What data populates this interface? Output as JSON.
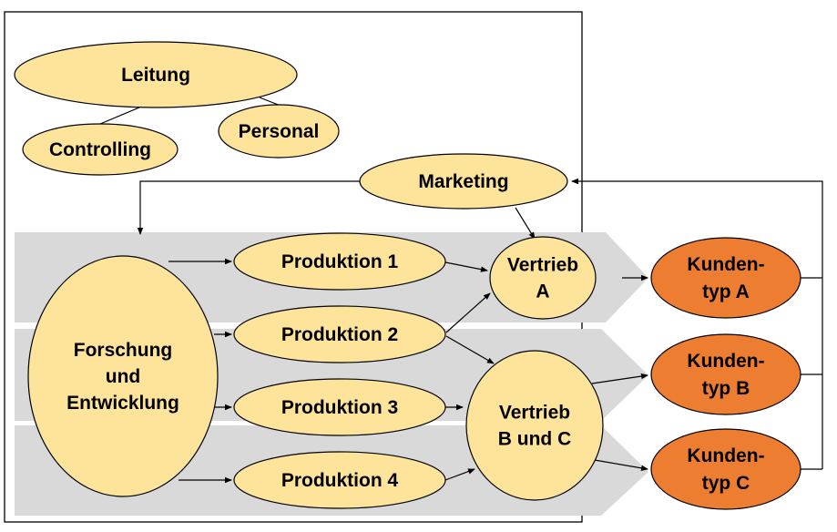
{
  "colors": {
    "node_fill": "#FDE49A",
    "customer_fill": "#ED7D31",
    "band_fill": "#D9D9D9",
    "stroke": "#000000"
  },
  "nodes": {
    "leitung": {
      "lines": [
        "Leitung"
      ]
    },
    "controlling": {
      "lines": [
        "Controlling"
      ]
    },
    "personal": {
      "lines": [
        "Personal"
      ]
    },
    "marketing": {
      "lines": [
        "Marketing"
      ]
    },
    "fue": {
      "lines": [
        "Forschung",
        "und",
        "Entwicklung"
      ]
    },
    "produktion1": {
      "lines": [
        "Produktion 1"
      ]
    },
    "produktion2": {
      "lines": [
        "Produktion 2"
      ]
    },
    "produktion3": {
      "lines": [
        "Produktion 3"
      ]
    },
    "produktion4": {
      "lines": [
        "Produktion 4"
      ]
    },
    "vertrieb_a": {
      "lines": [
        "Vertrieb",
        "A"
      ]
    },
    "vertrieb_bc": {
      "lines": [
        "Vertrieb",
        "B und C"
      ]
    },
    "kundentyp_a": {
      "lines": [
        "Kunden-",
        "typ A"
      ]
    },
    "kundentyp_b": {
      "lines": [
        "Kunden-",
        "typ B"
      ]
    },
    "kundentyp_c": {
      "lines": [
        "Kunden-",
        "typ C"
      ]
    }
  },
  "edges": [
    {
      "from": "leitung",
      "to": "controlling",
      "type": "line"
    },
    {
      "from": "leitung",
      "to": "personal",
      "type": "line"
    },
    {
      "from": "marketing",
      "to": "fue",
      "type": "arrow"
    },
    {
      "from": "marketing",
      "to": "vertrieb_a",
      "type": "arrow"
    },
    {
      "from": "fue",
      "to": "produktion1",
      "type": "arrow"
    },
    {
      "from": "fue",
      "to": "produktion2",
      "type": "arrow"
    },
    {
      "from": "fue",
      "to": "produktion3",
      "type": "arrow"
    },
    {
      "from": "fue",
      "to": "produktion4",
      "type": "arrow"
    },
    {
      "from": "produktion1",
      "to": "vertrieb_a",
      "type": "arrow"
    },
    {
      "from": "produktion2",
      "to": "vertrieb_a",
      "type": "arrow"
    },
    {
      "from": "produktion2",
      "to": "vertrieb_bc",
      "type": "arrow"
    },
    {
      "from": "produktion3",
      "to": "vertrieb_bc",
      "type": "arrow"
    },
    {
      "from": "produktion4",
      "to": "vertrieb_bc",
      "type": "arrow"
    },
    {
      "from": "vertrieb_a",
      "to": "kundentyp_a",
      "type": "arrow"
    },
    {
      "from": "vertrieb_bc",
      "to": "kundentyp_b",
      "type": "arrow"
    },
    {
      "from": "vertrieb_bc",
      "to": "kundentyp_c",
      "type": "arrow"
    },
    {
      "from": "kundentyp_a",
      "to": "marketing",
      "type": "feedback-arrow"
    },
    {
      "from": "kundentyp_b",
      "to": "marketing",
      "type": "feedback-arrow"
    },
    {
      "from": "kundentyp_c",
      "to": "marketing",
      "type": "feedback-arrow"
    }
  ]
}
